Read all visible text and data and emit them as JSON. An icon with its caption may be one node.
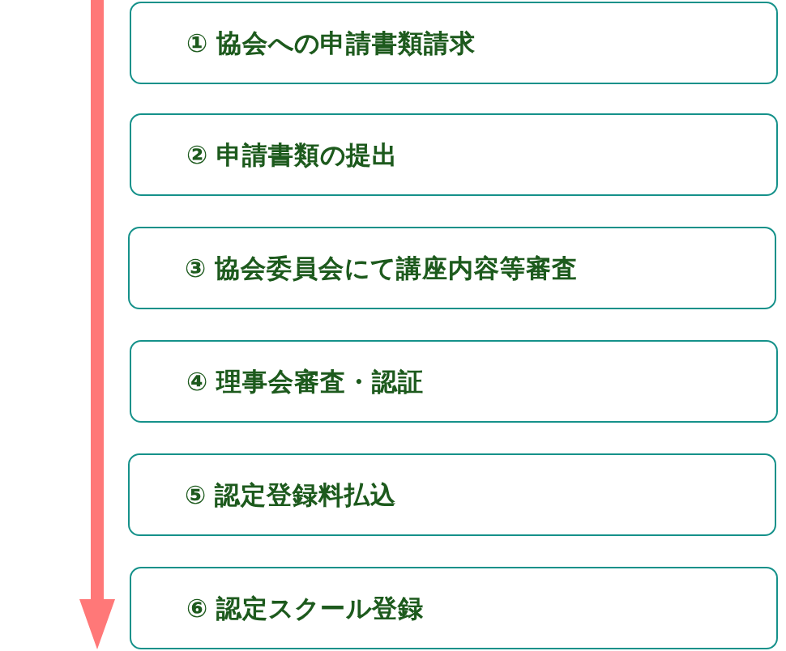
{
  "diagram": {
    "nodes": [
      {
        "text": [
          "① 協会への申請書類請求"
        ]
      },
      {
        "text": [
          "② 申請書類の提出"
        ]
      },
      {
        "text": [
          "③ 協会委員会にて講座内容等審査"
        ]
      },
      {
        "text": [
          "④ 理事会審査・認証"
        ]
      },
      {
        "text": [
          "⑤ 認定登録料払込"
        ]
      },
      {
        "text": [
          "⑥ 認定スクール登録"
        ]
      }
    ]
  }
}
